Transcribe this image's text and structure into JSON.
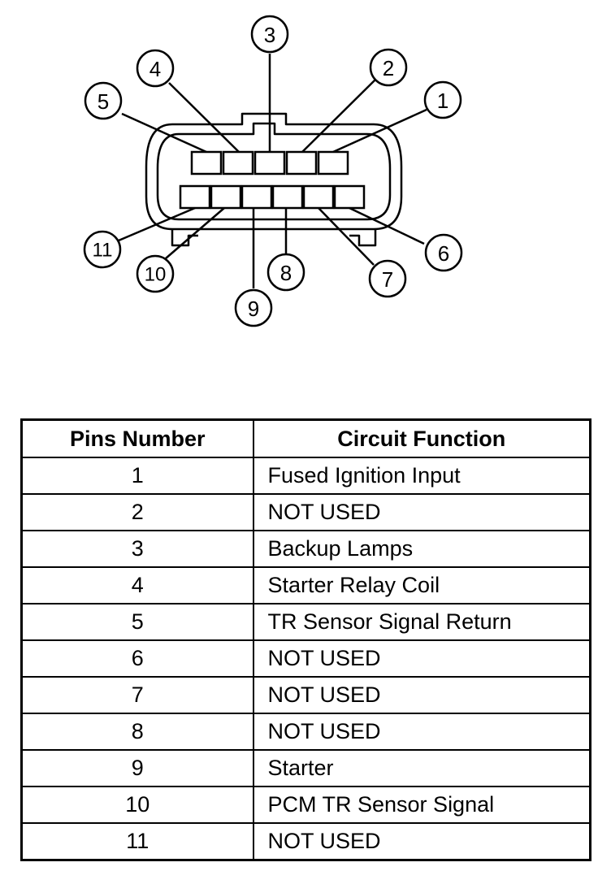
{
  "diagram": {
    "callouts": [
      "1",
      "2",
      "3",
      "4",
      "5",
      "6",
      "7",
      "8",
      "9",
      "10",
      "11"
    ]
  },
  "table": {
    "headers": {
      "pin": "Pins Number",
      "function": "Circuit Function"
    },
    "rows": [
      {
        "pin": "1",
        "function": "Fused Ignition Input"
      },
      {
        "pin": "2",
        "function": "NOT USED"
      },
      {
        "pin": "3",
        "function": "Backup Lamps"
      },
      {
        "pin": "4",
        "function": "Starter Relay Coil"
      },
      {
        "pin": "5",
        "function": "TR Sensor Signal Return"
      },
      {
        "pin": "6",
        "function": "NOT USED"
      },
      {
        "pin": "7",
        "function": "NOT USED"
      },
      {
        "pin": "8",
        "function": "NOT USED"
      },
      {
        "pin": "9",
        "function": "Starter"
      },
      {
        "pin": "10",
        "function": "PCM TR Sensor Signal"
      },
      {
        "pin": "11",
        "function": "NOT USED"
      }
    ]
  }
}
